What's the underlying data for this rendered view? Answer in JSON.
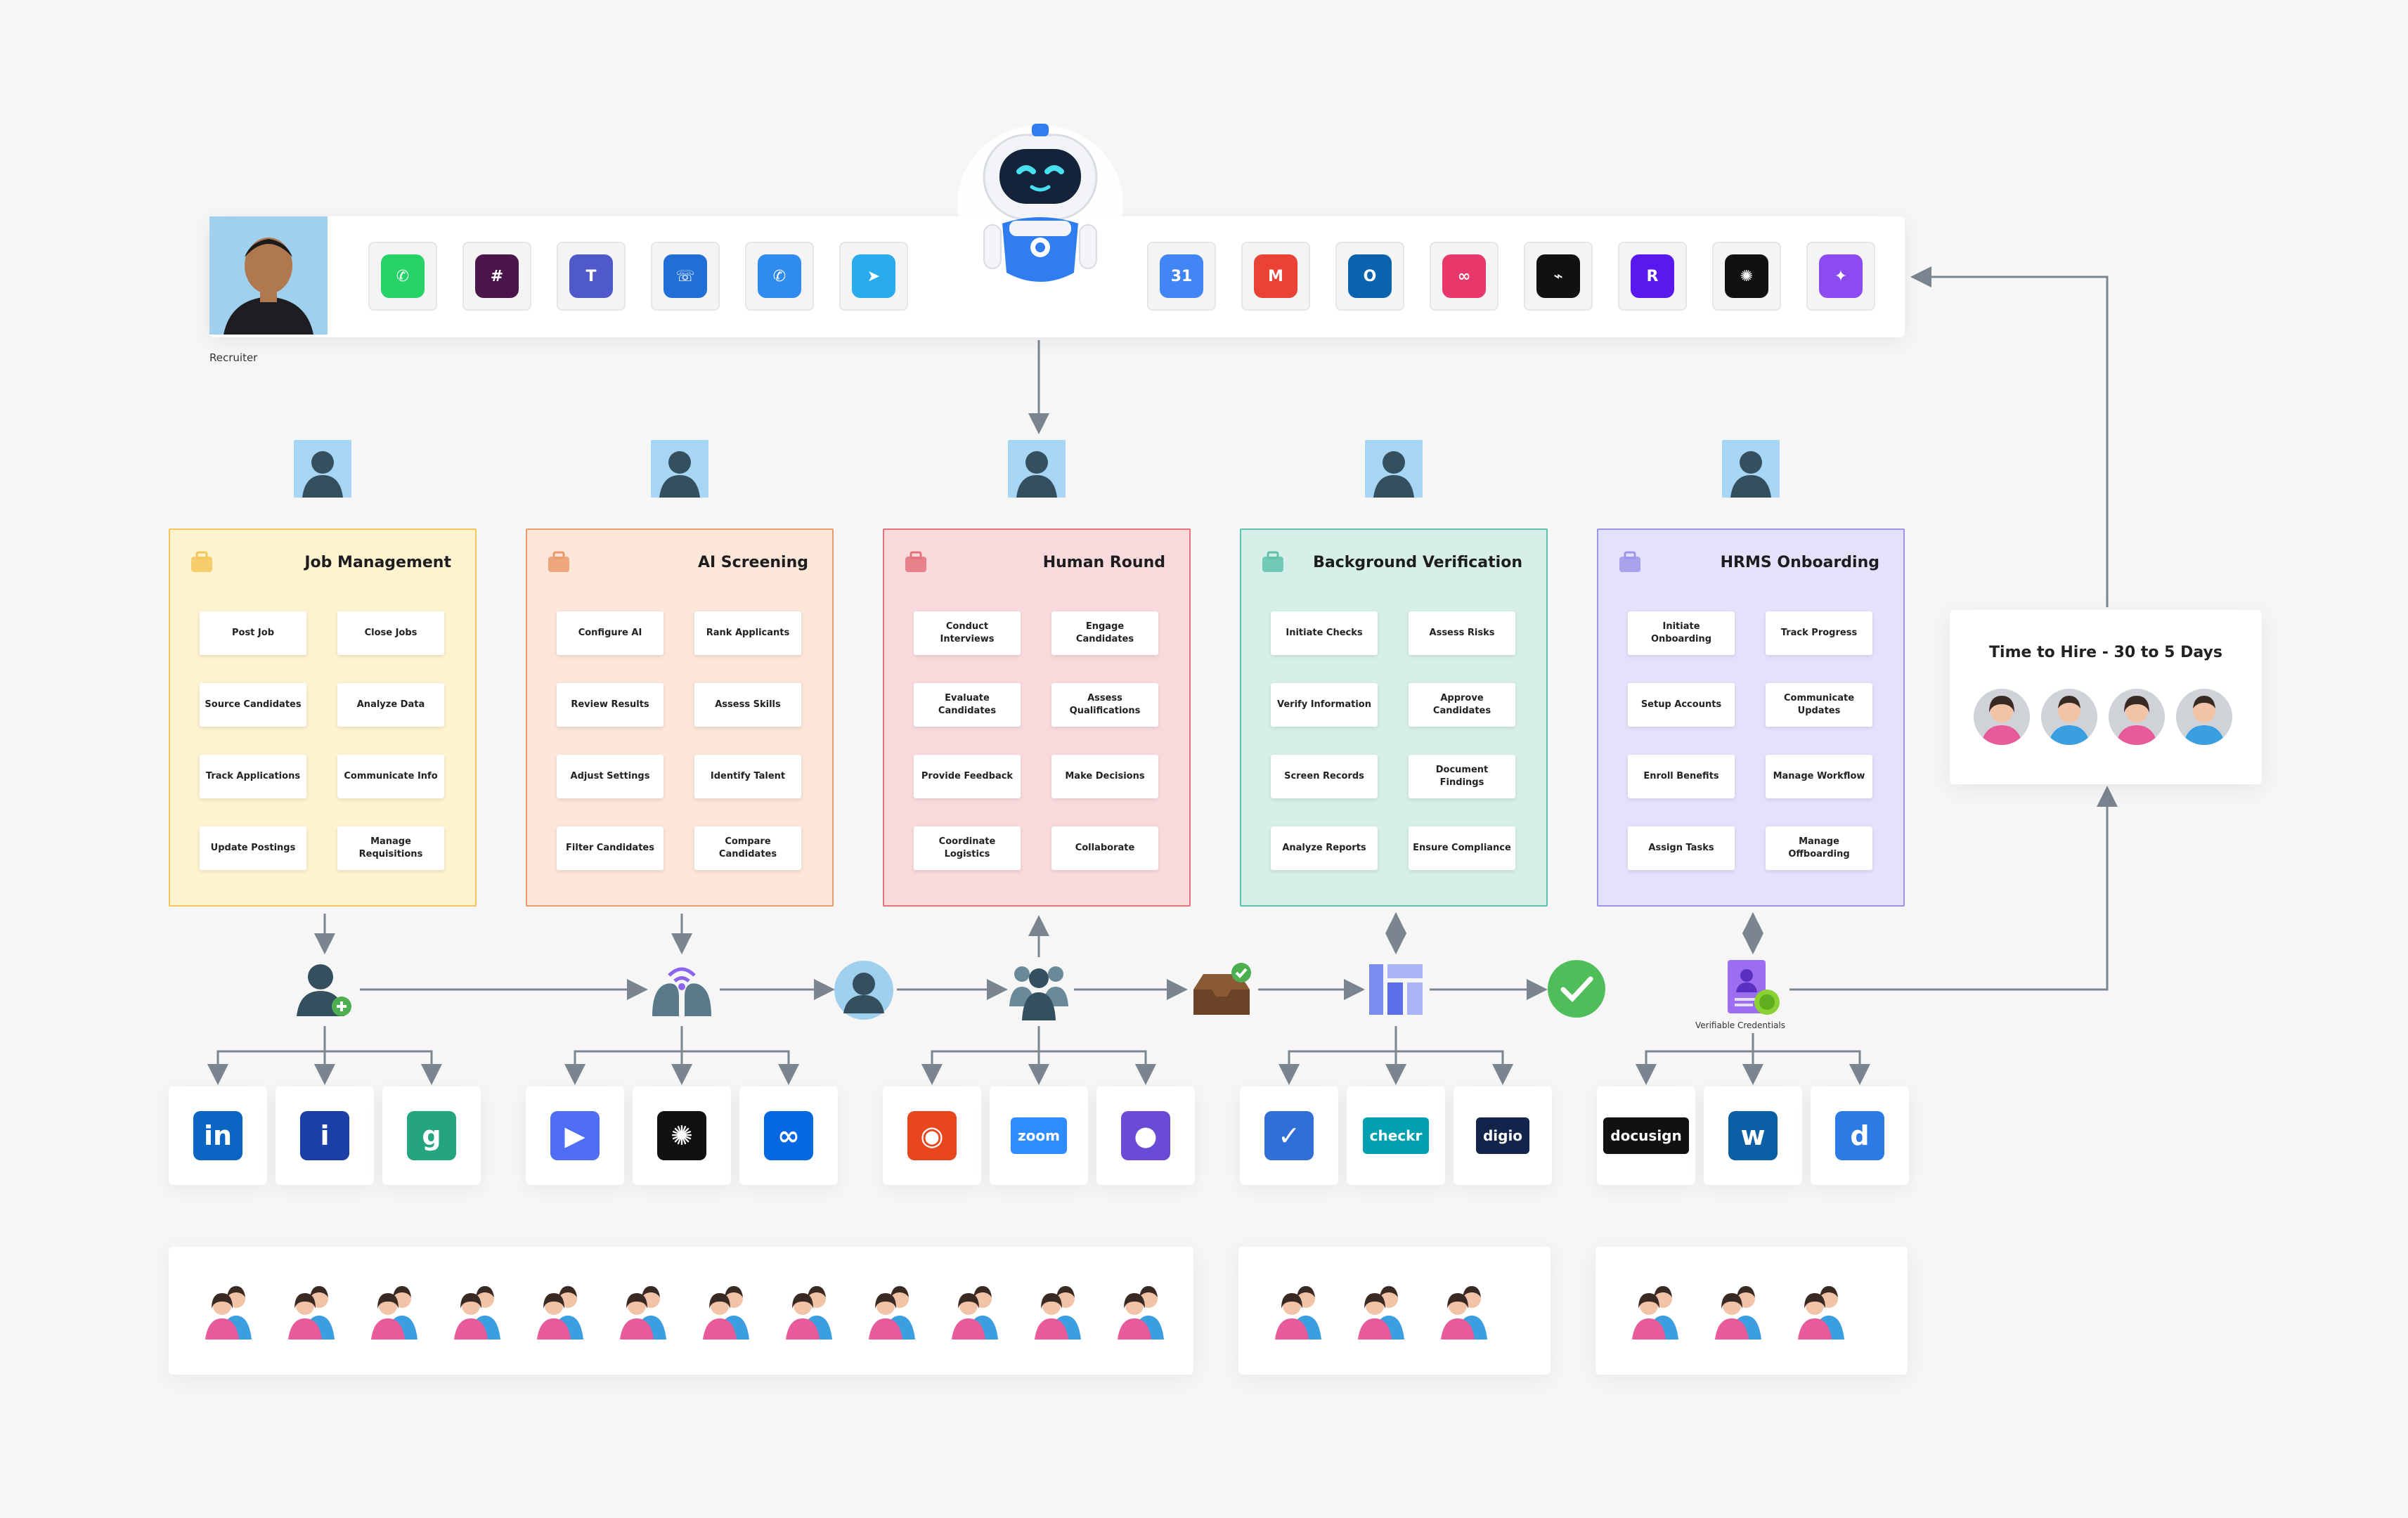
{
  "recruiter": {
    "label": "Recruiter"
  },
  "top_apps_left": [
    {
      "icon": "whatsapp-icon",
      "color": "#25D366",
      "glyph": "✆"
    },
    {
      "icon": "slack-icon",
      "color": "#4A154B",
      "glyph": "#"
    },
    {
      "icon": "teams-icon",
      "color": "#5059C9",
      "glyph": "T"
    },
    {
      "icon": "support-chat-icon",
      "color": "#1f6fd6",
      "glyph": "☏"
    },
    {
      "icon": "viber-icon",
      "color": "#2f8bf0",
      "glyph": "✆"
    },
    {
      "icon": "telegram-icon",
      "color": "#2AABEE",
      "glyph": "➤"
    }
  ],
  "top_apps_right": [
    {
      "icon": "google-calendar-icon",
      "color": "#4285F4",
      "glyph": "31"
    },
    {
      "icon": "gmail-icon",
      "color": "#EA4335",
      "glyph": "M"
    },
    {
      "icon": "outlook-icon",
      "color": "#0A64AD",
      "glyph": "O"
    },
    {
      "icon": "workflow-icon",
      "color": "#e8386b",
      "glyph": "∞"
    },
    {
      "icon": "voice-link-icon",
      "color": "#111111",
      "glyph": "⌁"
    },
    {
      "icon": "rasa-icon",
      "color": "#5a17ee",
      "glyph": "R"
    },
    {
      "icon": "openai-icon",
      "color": "#111111",
      "glyph": "✺"
    },
    {
      "icon": "ai-star-icon",
      "color": "#8b4bf0",
      "glyph": "✦"
    }
  ],
  "stages": [
    {
      "title": "Job Management",
      "border": "#f3c65a",
      "bg": "#fdf3cf",
      "icon": "briefcase-search-icon",
      "tasks": [
        "Post Job",
        "Close Jobs",
        "Source Candidates",
        "Analyze Data",
        "Track Applications",
        "Communicate Info",
        "Update Postings",
        "Manage Requisitions"
      ]
    },
    {
      "title": "AI Screening",
      "border": "#eb9a6d",
      "bg": "#fbe6d7",
      "icon": "team-icon",
      "tasks": [
        "Configure AI",
        "Rank Applicants",
        "Review Results",
        "Assess Skills",
        "Adjust Settings",
        "Identify Talent",
        "Filter Candidates",
        "Compare Candidates"
      ]
    },
    {
      "title": "Human Round",
      "border": "#e5727b",
      "bg": "#f8dadd",
      "icon": "interview-icon",
      "tasks": [
        "Conduct Interviews",
        "Engage Candidates",
        "Evaluate Candidates",
        "Assess Qualifications",
        "Provide Feedback",
        "Make Decisions",
        "Coordinate Logistics",
        "Collaborate"
      ]
    },
    {
      "title": "Background Verification",
      "border": "#5fc3ab",
      "bg": "#d6efe8",
      "icon": "shield-check-icon",
      "tasks": [
        "Initiate Checks",
        "Assess Risks",
        "Verify Information",
        "Approve Candidates",
        "Screen Records",
        "Document Findings",
        "Analyze Reports",
        "Ensure Compliance"
      ]
    },
    {
      "title": "HRMS Onboarding",
      "border": "#9f95e8",
      "bg": "#e4e1fb",
      "icon": "monitor-icon",
      "tasks": [
        "Initiate Onboarding",
        "Track Progress",
        "Setup Accounts",
        "Communicate Updates",
        "Enroll Benefits",
        "Manage Workflow",
        "Assign Tasks",
        "Manage Offboarding"
      ]
    }
  ],
  "tools": [
    [
      {
        "icon": "linkedin-icon",
        "text": "in",
        "color": "#0A66C2"
      },
      {
        "icon": "indeed-icon",
        "text": "i",
        "color": "#1a3fa6"
      },
      {
        "icon": "greenhouse-icon",
        "text": "g",
        "color": "#24a47f"
      }
    ],
    [
      {
        "icon": "play-ai-icon",
        "text": "▶",
        "color": "#4f6df5"
      },
      {
        "icon": "openai-icon",
        "text": "✺",
        "color": "#111111"
      },
      {
        "icon": "meta-icon",
        "text": "∞",
        "color": "#0668E1"
      }
    ],
    [
      {
        "icon": "target-icon",
        "text": "◉",
        "color": "#e8471e"
      },
      {
        "icon": "zoom-icon",
        "text": "zoom",
        "color": "#2D8CFF"
      },
      {
        "icon": "chat-bubble-icon",
        "text": "●",
        "color": "#6a4bd8"
      }
    ],
    [
      {
        "icon": "verified-shield-icon",
        "text": "✓",
        "color": "#2f6fd6"
      },
      {
        "icon": "checkr-icon",
        "text": "checkr",
        "color": "#00a0b0"
      },
      {
        "icon": "digio-icon",
        "text": "digio",
        "color": "#13244a"
      }
    ],
    [
      {
        "icon": "docusign-icon",
        "text": "docusign",
        "color": "#111111"
      },
      {
        "icon": "workday-icon",
        "text": "w",
        "color": "#0b5fa5"
      },
      {
        "icon": "d-icon",
        "text": "d",
        "color": "#2c7be5"
      }
    ]
  ],
  "time_to_hire": {
    "title": "Time to Hire - 30 to 5 Days"
  },
  "verifiable_credentials": {
    "label": "Verifiable Credentials"
  },
  "people_groups": [
    12,
    3,
    3
  ]
}
